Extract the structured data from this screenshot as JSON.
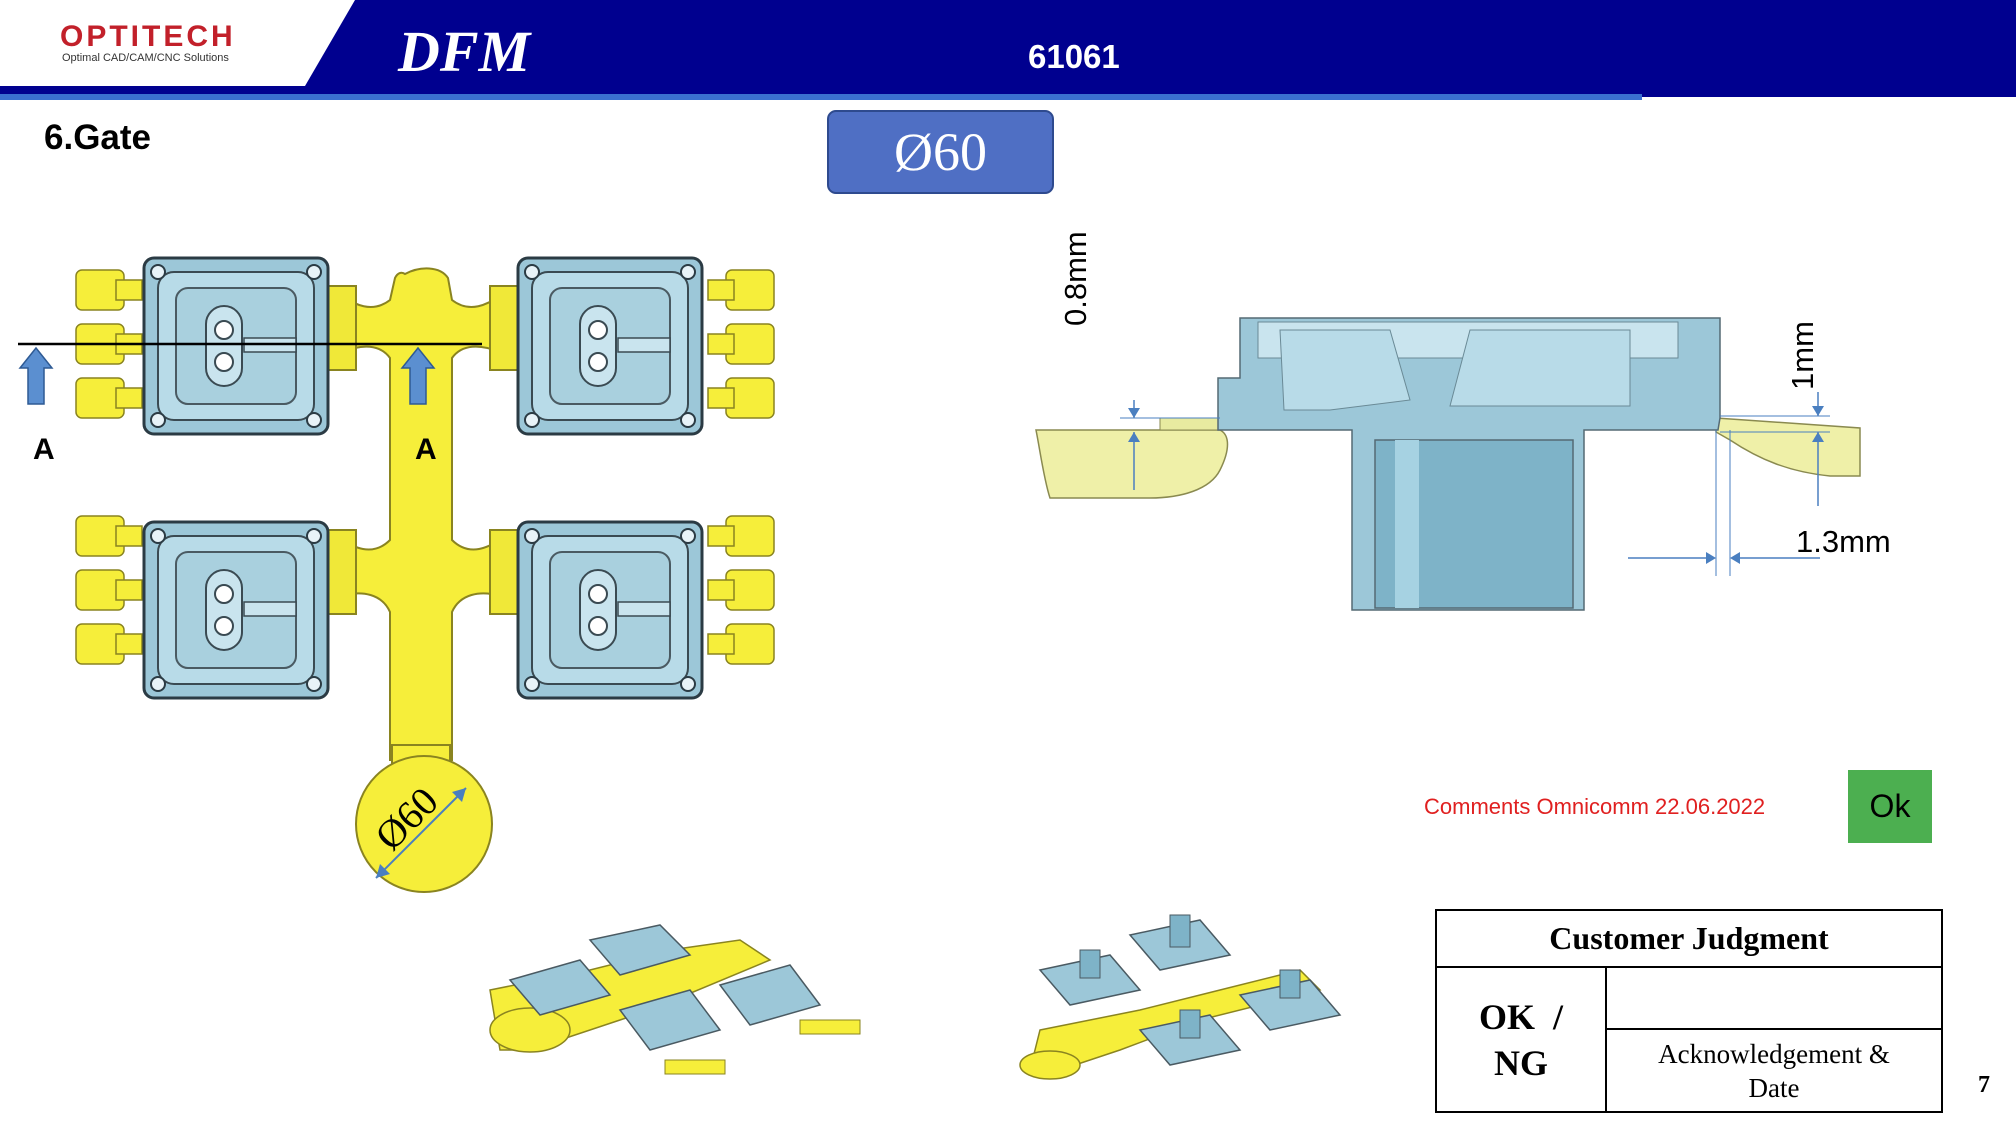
{
  "header": {
    "logo_text": "OPTITECH",
    "logo_subtitle": "Optimal CAD/CAM/CNC Solutions",
    "title": "DFM",
    "doc_number": "61061"
  },
  "section": {
    "title": "6.Gate"
  },
  "badge": {
    "diameter": "Ø60"
  },
  "left_view": {
    "section_label_left": "A",
    "section_label_right": "A",
    "sprue_diameter": "Ø60"
  },
  "section_view": {
    "dim_left": "0.8mm",
    "dim_right": "1mm",
    "dim_bottom": "1.3mm"
  },
  "comment": {
    "text": "Comments Omnicomm 22.06.2022",
    "status": "Ok"
  },
  "judgment": {
    "header": "Customer Judgment",
    "ok_label": "OK  /",
    "ng_label": "NG",
    "ack_line1": "Acknowledgement &",
    "ack_line2": "Date"
  },
  "page_number": "7",
  "colors": {
    "header_bg": "#00008f",
    "part_blue": "#9cc7d8",
    "runner_yellow": "#f6ee3a",
    "comment_red": "#e02020",
    "ok_green": "#4caf50"
  }
}
